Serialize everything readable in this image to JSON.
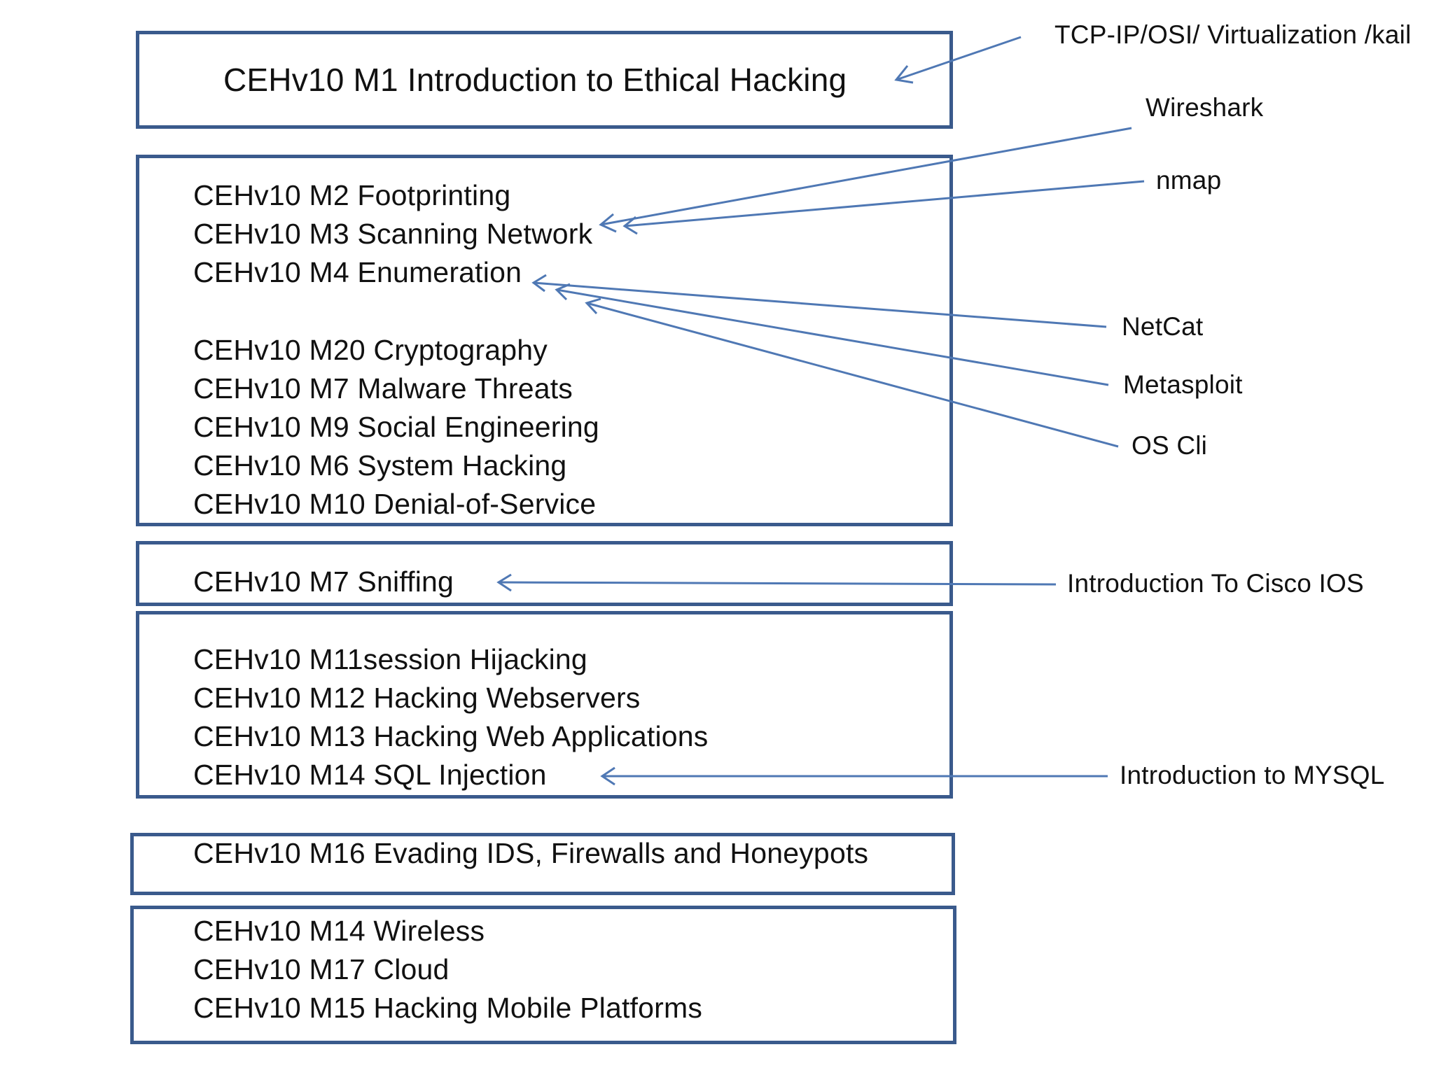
{
  "modules": {
    "box1": [
      "CEHv10 M1 Introduction to Ethical Hacking"
    ],
    "box2": [
      "CEHv10 M2 Footprinting",
      "CEHv10 M3 Scanning Network",
      "CEHv10 M4 Enumeration",
      "CEHv10 M20 Cryptography",
      "CEHv10 M7 Malware Threats",
      "CEHv10 M9 Social Engineering",
      "CEHv10 M6 System Hacking",
      "CEHv10 M10 Denial-of-Service"
    ],
    "box3": [
      "CEHv10 M7 Sniffing"
    ],
    "box4": [
      "CEHv10 M11session Hijacking",
      "CEHv10 M12 Hacking Webservers",
      "CEHv10 M13 Hacking Web Applications",
      "CEHv10 M14 SQL Injection"
    ],
    "box5": [
      "CEHv10 M16 Evading IDS, Firewalls and Honeypots"
    ],
    "box6": [
      "CEHv10 M14 Wireless",
      "CEHv10 M17 Cloud",
      "CEHv10 M15 Hacking Mobile Platforms"
    ]
  },
  "tools": {
    "tcpip": "TCP-IP/OSI/ Virtualization /kail",
    "wireshark": "Wireshark",
    "nmap": "nmap",
    "netcat": "NetCat",
    "metasploit": "Metasploit",
    "oscli": "OS Cli",
    "cisco": "Introduction To Cisco IOS",
    "mysql": "Introduction to MYSQL"
  },
  "colors": {
    "box_border": "#3a5a8c",
    "arrow": "#4f78b4",
    "text": "#111111"
  }
}
